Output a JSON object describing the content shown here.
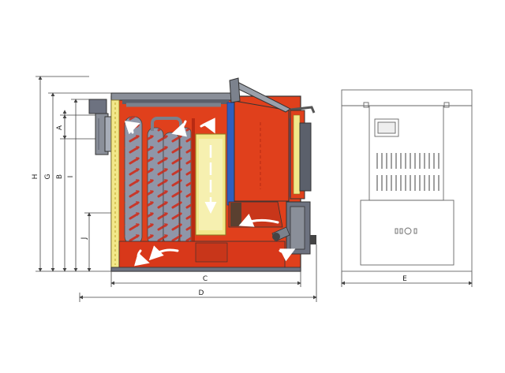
{
  "dimensions": {
    "H": "H",
    "G": "G",
    "B": "B",
    "I": "I",
    "A": "A",
    "J": "J",
    "C": "C",
    "D": "D",
    "E": "E"
  },
  "colors": {
    "body": "#e0401c",
    "body_dark": "#b82a12",
    "flue_pipe": "#8b909a",
    "tube_grey": "#8f96a8",
    "tube_red": "#d04020",
    "insulation_yellow": "#f2e88a",
    "insulation_blue": "#2f5fbf",
    "stroke": "#333333",
    "airflow": "#ffffff"
  }
}
